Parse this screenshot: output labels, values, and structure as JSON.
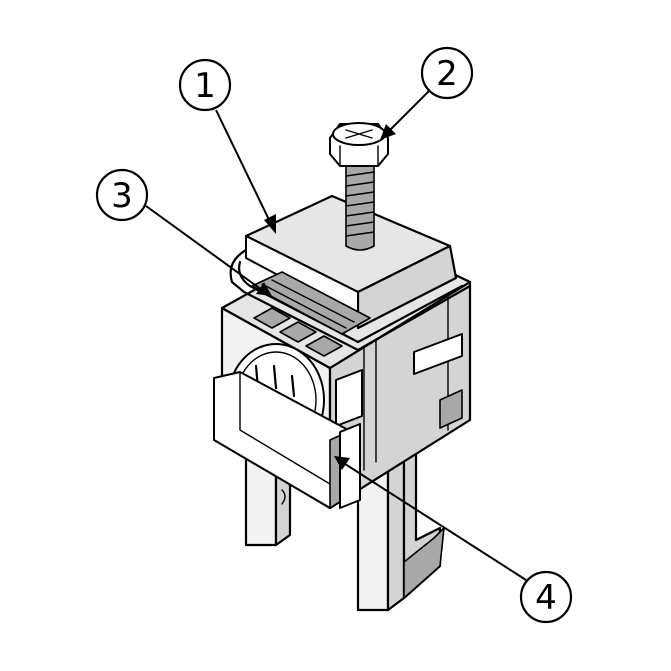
{
  "callouts": [
    {
      "label": "1"
    },
    {
      "label": "2"
    },
    {
      "label": "3"
    },
    {
      "label": "4"
    }
  ],
  "parts": {
    "bolt": "screw-icon",
    "clamp": "clamp-body-icon"
  }
}
